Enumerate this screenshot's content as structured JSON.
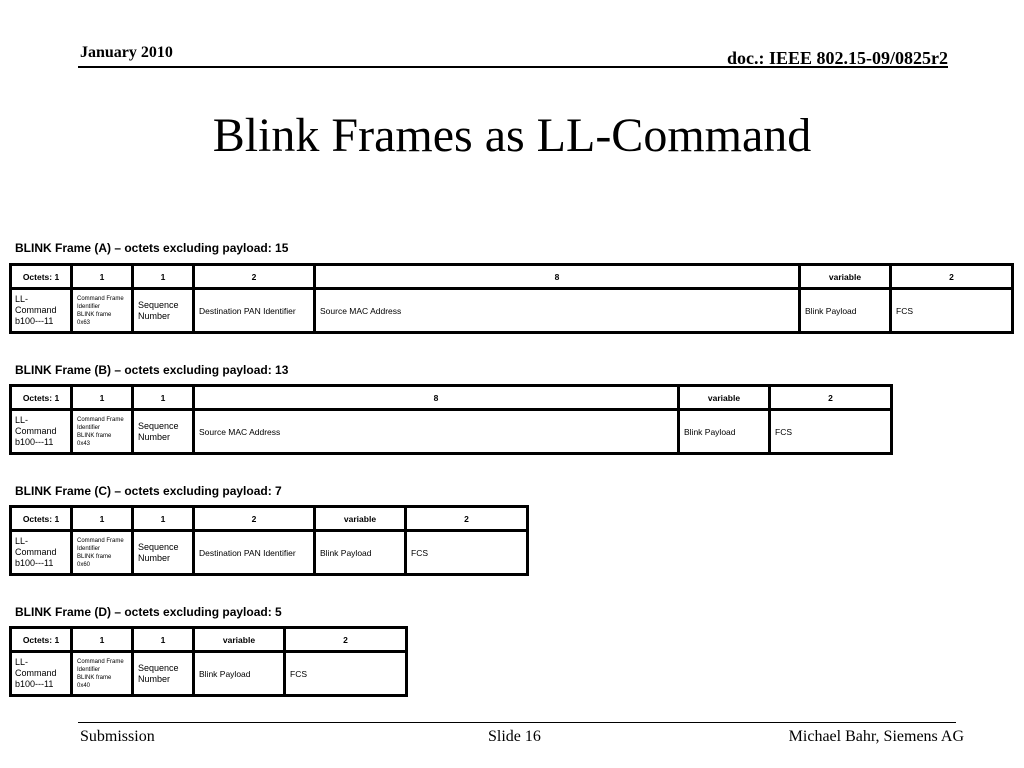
{
  "header": {
    "date": "January 2010",
    "doc_id": "doc.: IEEE 802.15-09/0825r2"
  },
  "slide_title": "Blink Frames as LL-Command",
  "frames": [
    {
      "title": "BLINK Frame (A) – octets excluding payload: 15",
      "octets": [
        "Octets: 1",
        "1",
        "1",
        "2",
        "8",
        "variable",
        "2"
      ],
      "ll_command": [
        "LL-Command",
        "b100---11"
      ],
      "cmd_frame": [
        "Command Frame",
        "Identifier",
        "BLINK frame",
        "0x63"
      ],
      "sequence": [
        "Sequence",
        "Number"
      ],
      "fields": [
        "Destination PAN Identifier",
        "Source MAC Address",
        "Blink Payload",
        "FCS"
      ]
    },
    {
      "title": "BLINK Frame (B) – octets excluding payload: 13",
      "octets": [
        "Octets: 1",
        "1",
        "1",
        "8",
        "variable",
        "2"
      ],
      "ll_command": [
        "LL-Command",
        "b100---11"
      ],
      "cmd_frame": [
        "Command Frame",
        "Identifier",
        "BLINK frame",
        "0x43"
      ],
      "sequence": [
        "Sequence",
        "Number"
      ],
      "fields": [
        "Source MAC Address",
        "Blink Payload",
        "FCS"
      ]
    },
    {
      "title": "BLINK Frame (C) – octets excluding payload: 7",
      "octets": [
        "Octets: 1",
        "1",
        "1",
        "2",
        "variable",
        "2"
      ],
      "ll_command": [
        "LL-Command",
        "b100---11"
      ],
      "cmd_frame": [
        "Command Frame",
        "Identifier",
        "BLINK frame",
        "0x60"
      ],
      "sequence": [
        "Sequence",
        "Number"
      ],
      "fields": [
        "Destination PAN Identifier",
        "Blink Payload",
        "FCS"
      ]
    },
    {
      "title": "BLINK Frame (D) – octets excluding payload: 5",
      "octets": [
        "Octets: 1",
        "1",
        "1",
        "variable",
        "2"
      ],
      "ll_command": [
        "LL-Command",
        "b100---11"
      ],
      "cmd_frame": [
        "Command Frame",
        "Identifier",
        "BLINK frame",
        "0x40"
      ],
      "sequence": [
        "Sequence",
        "Number"
      ],
      "fields": [
        "Blink Payload",
        "FCS"
      ]
    }
  ],
  "footer": {
    "left": "Submission",
    "slide": "Slide 16",
    "author": "Michael Bahr, Siemens AG"
  }
}
